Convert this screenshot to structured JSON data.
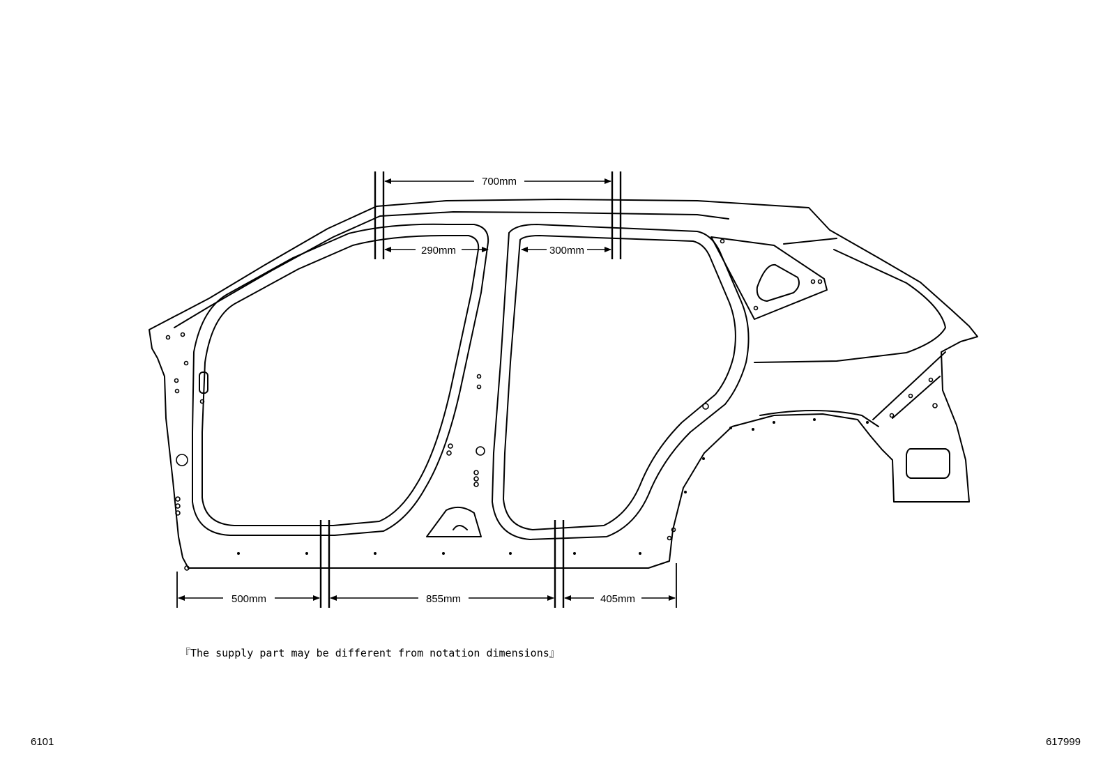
{
  "diagram": {
    "dimensions": {
      "roof_top": "700mm",
      "front_upper": "290mm",
      "rear_upper": "300mm",
      "sill_front": "500mm",
      "sill_middle": "855mm",
      "sill_rear": "405mm"
    },
    "note": "『The supply part may be different from notation dimensions』",
    "footer_left_code": "6101",
    "footer_right_code": "617999"
  },
  "colors": {
    "line": "#000000",
    "background": "#ffffff"
  }
}
